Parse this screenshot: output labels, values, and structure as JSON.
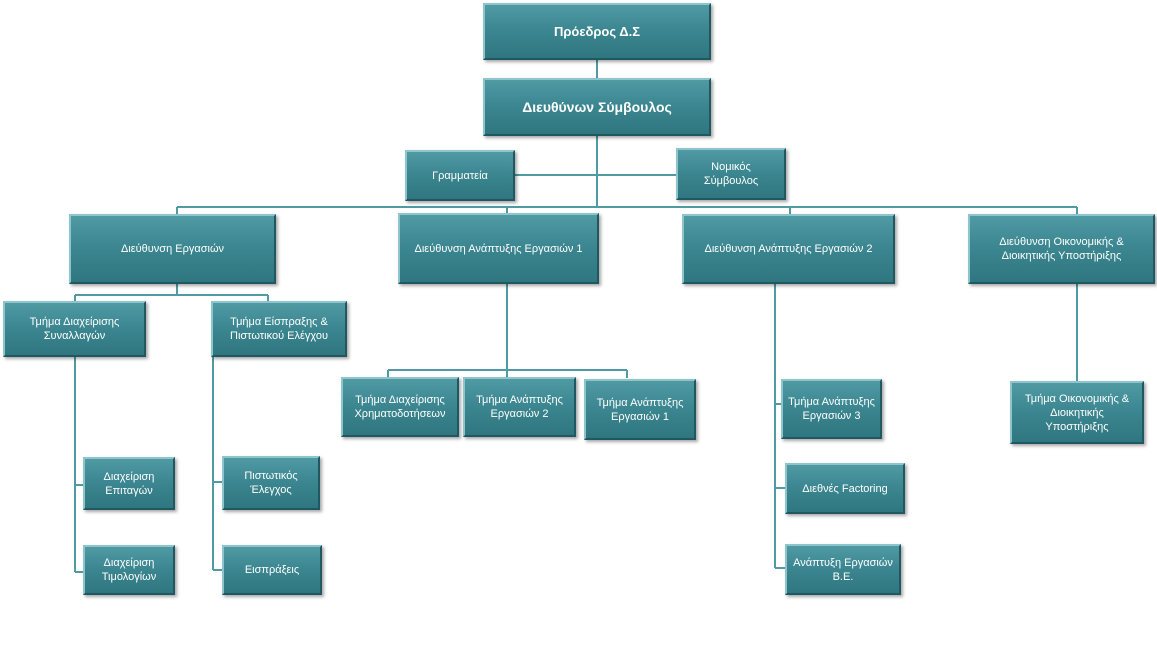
{
  "nodes": {
    "chairman": "Πρόεδρος Δ.Σ",
    "ceo": "Διευθύνων  Σύμβουλος",
    "secretariat": "Γραμματεία",
    "legal_advisor": "Νομικός\nΣύμβουλος",
    "ops_dept": "Διεύθυνση Εργασιών",
    "bizdev1_dept": "Διεύθυνση Ανάπτυξης Εργασιών 1",
    "bizdev2_dept": "Διεύθυνση Ανάπτυξης Εργασιών 2",
    "finance_dept": "Διεύθυνση Οικονομικής  &\nΔιοικητικής Υποστήριξης",
    "transactions_unit": "Τμήμα  Διαχείρισης\nΣυναλλαγών",
    "collection_unit": "Τμήμα Είσπραξης &\nΠιστωτικού Ελέγχου",
    "orders_mgmt": "Διαχείριση\nΕπιταγών",
    "invoice_mgmt": "Διαχείριση\nΤιμολογίων",
    "credit_control": "Πιστωτικός\nΈλεγχος",
    "collections": "Εισπράξεις",
    "funding_unit": "Τμήμα Διαχείρισης\nΧρηματοδοτήσεων",
    "bizdev2_unit": "Τμήμα Ανάπτυξης\nΕργασιών 2",
    "bizdev1_unit": "Τμήμα Ανάπτυξης\nΕργασιών 1",
    "bizdev3_unit": "Τμήμα Ανάπτυξης\nΕργασιών 3",
    "intl_factoring": "Διεθνές  Factoring",
    "north_greece": "Ανάπτυξη  Εργασιών\nΒ.Ε.",
    "finance_unit": "Τμήμα Οικονομικής  &\nΔιοικητικής\nΥποστήριξης"
  }
}
